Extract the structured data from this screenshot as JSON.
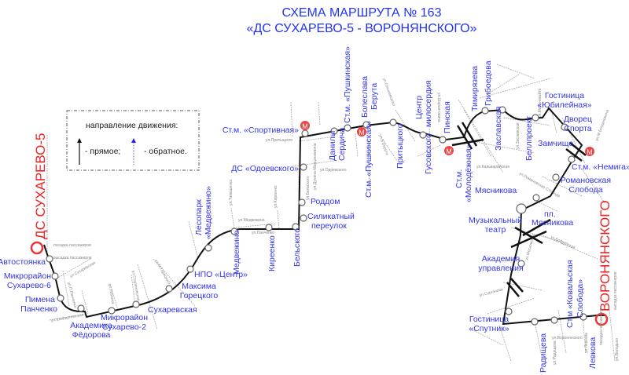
{
  "title": {
    "line1": "СХЕМА МАРШРУТА № 163",
    "line2": "«ДС СУХАРЕВО-5 - ВОРОНЯНСКОГО»"
  },
  "legend": {
    "heading": "направление движения:",
    "forward": "- прямое;",
    "reverse": "- обратное."
  },
  "terminals": {
    "start": "ДС СУХАРЕВО-5",
    "end": "ВОРОНЯНСКОГО"
  },
  "boarding": {
    "posadka": "посадка пассажиров",
    "vysadka": "высадка пассажиров"
  },
  "stops": {
    "avtostoyanka": "Автостоянка",
    "suh6_1": "Микрорайон",
    "suh6_2": "Сухарево-6",
    "pimena_1": "Пимена",
    "pimena_2": "Панченко",
    "fedorova_1": "Академика",
    "fedorova_2": "Фёдорова",
    "suh2_1": "Микрорайон",
    "suh2_2": "Сухарево-2",
    "suharevskaya": "Сухаревская",
    "goreckogo_1": "Максима",
    "goreckogo_2": "Горецкого",
    "npo": "НПО «Центр»",
    "lesopark_1": "Лесопарк",
    "lesopark_2": "«Медвежино»",
    "medvezhino": "Медвежино",
    "kireenko": "Киреенко",
    "belskogo": "Бельского",
    "silikat_1": "Силикатный",
    "silikat_2": "переулок",
    "roddom": "Роддом",
    "odoevskogo": "ДС «Одоевского»",
    "sportivnaya": "Ст.м. «Спортивная»",
    "serdicha_1": "Данилы",
    "serdicha_2": "Сердича",
    "pushk_a": "Ст.м. «Пушкинская»",
    "pushk_b": "Ст.м. «Пушкинская»",
    "beruta_1": "Болеслава",
    "beruta_2": "Берута",
    "prityckogo": "Притыцкого",
    "miloserdiya_1": "Центр",
    "miloserdiya_2": "милосердия",
    "gusovskogo": "Гусовского",
    "pinskaya": "Пинская",
    "molod_1": "Ст.м.",
    "molod_2": "«Молодёжная»",
    "timiryazeva": "Тимирязева",
    "griboedova": "Грибоедова",
    "zaslavskaya": "Заславская",
    "belproekt": "Беллпроект",
    "yubil_1": "Гостиница",
    "yubil_2": "«Юбилейная»",
    "dvorec_1": "Дворец",
    "dvorec_2": "Спорта",
    "zamchishe": "Замчище",
    "nemiga": "Ст.м. «Немига»",
    "roman_1": "Романовская",
    "roman_2": "Слобода",
    "myasnikova": "Мясникова",
    "muz_1": "Музыкальный",
    "muz_2": "театр",
    "plmyas_1": "пл.",
    "plmyas_2": "Мясникова",
    "akad_1": "Академия",
    "akad_2": "управления",
    "sputnik_1": "Гостиница",
    "sputnik_2": "«Спутник»",
    "radishcheva": "Радищева",
    "koval_1": "Ст.м «Ковальская",
    "koval_2": "Слобода»",
    "levkova": "Левкова"
  },
  "streets": {
    "suharevskaya": "ул.Сухаревская",
    "panchenko": "ул.П.Панченко",
    "shafarnyanskaya": "ул.Шафарнянская",
    "lobanka": "ул.Лобанка",
    "sternovskaya": "ул.Стариновская",
    "gorecogo": "ул.М.Горецкого",
    "medvezhino": "ул.Медвежино",
    "timoshenko": "ул.Тимошенко",
    "panchenko2": "ул.Панченко",
    "kareenko": "ул.Киреенко",
    "belskogo": "ул.Бельского",
    "odoevskogo": "ул.Одоевского",
    "pritytskogo": "ул.Притыцкого",
    "dunina": "ул.Дунина-Марцинкевича",
    "beruta": "ул.Б.Берута",
    "orlovskaya": "ул.Ольшевского",
    "sharangovicha": "ул.Шаранговича",
    "kalvariyskaya": "ул.Кальварийская",
    "zaslavskaya": "ул.Заславская",
    "melnikayte": "ул.Мельникайте",
    "bogdanovicha": "ул.М.Богдановича",
    "romanovskaya": "ул.Романовская Слобода",
    "bobruyskaya": "ул.Бобруйская",
    "moskovskaya": "ул.Московская",
    "surganova": "ул.Сурганова",
    "voronyanskogo": "ул.Воронянского",
    "levkova": "ул.Левкова",
    "radishcheva": "ул.Радищева",
    "volodko": "ул.Володько"
  },
  "colors": {
    "route": "#111111",
    "label": "#3333ee",
    "terminal": "#ee2222",
    "metro": "#ee4444"
  },
  "icons": {
    "metro": "metro-icon",
    "stop": "stop-circle-icon"
  }
}
